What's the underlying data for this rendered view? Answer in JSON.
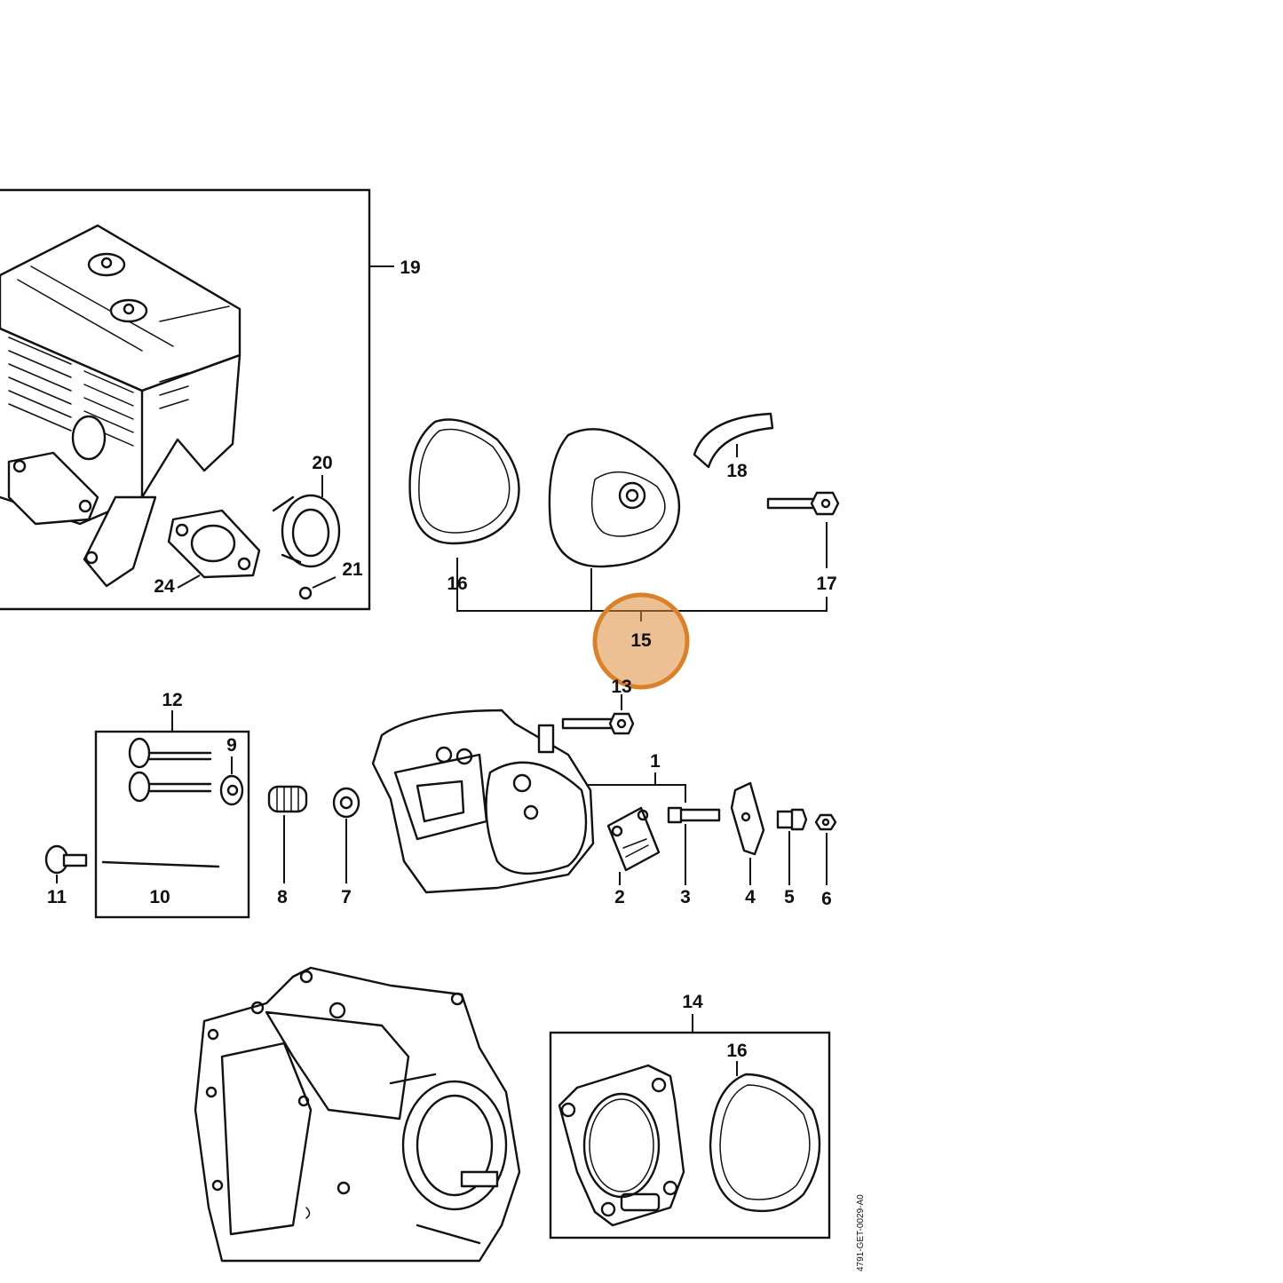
{
  "diagram": {
    "highlight": {
      "callout": "15",
      "color": "#d9822b"
    },
    "callouts": [
      {
        "id": "c19",
        "label": "19"
      },
      {
        "id": "c20",
        "label": "20"
      },
      {
        "id": "c21",
        "label": "21"
      },
      {
        "id": "c24",
        "label": "24"
      },
      {
        "id": "c18",
        "label": "18"
      },
      {
        "id": "c16a",
        "label": "16"
      },
      {
        "id": "c17",
        "label": "17"
      },
      {
        "id": "c15",
        "label": "15"
      },
      {
        "id": "c13",
        "label": "13"
      },
      {
        "id": "c12",
        "label": "12"
      },
      {
        "id": "c9",
        "label": "9"
      },
      {
        "id": "c1",
        "label": "1"
      },
      {
        "id": "c11",
        "label": "11"
      },
      {
        "id": "c10",
        "label": "10"
      },
      {
        "id": "c8",
        "label": "8"
      },
      {
        "id": "c7",
        "label": "7"
      },
      {
        "id": "c2",
        "label": "2"
      },
      {
        "id": "c3",
        "label": "3"
      },
      {
        "id": "c4",
        "label": "4"
      },
      {
        "id": "c5",
        "label": "5"
      },
      {
        "id": "c6",
        "label": "6"
      },
      {
        "id": "c14",
        "label": "14"
      },
      {
        "id": "c16b",
        "label": "16"
      }
    ],
    "drawing_code": "4791-GET-0029-A0"
  }
}
